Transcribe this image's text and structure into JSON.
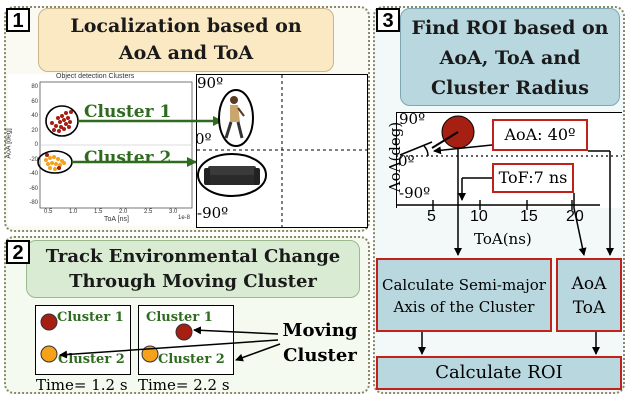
{
  "panel1": {
    "number": "1",
    "title": "Localization based on AoA and ToA",
    "plot": {
      "title": "Object detection Clusters",
      "ylabel": "AoA [deg]",
      "xlabel": "ToA [ns]",
      "y_ticks": [
        "80",
        "60",
        "40",
        "20",
        "0",
        "-20",
        "-40",
        "-60",
        "-80"
      ],
      "x_ticks": [
        "0.5",
        "1.0",
        "1.5",
        "2.0",
        "2.5",
        "3.0"
      ],
      "exponent": "1e-8"
    },
    "cluster1_label": "Cluster 1",
    "cluster2_label": "Cluster 2",
    "angle_top": "90º",
    "angle_mid": "0º",
    "angle_bottom": "-90º"
  },
  "panel2": {
    "number": "2",
    "title": "Track Environmental Change Through Moving Cluster",
    "frame1": {
      "cluster1": "Cluster 1",
      "cluster2": "Cluster 2",
      "time": "Time= 1.2 s"
    },
    "frame2": {
      "cluster1": "Cluster 1",
      "cluster2": "Cluster 2",
      "time": "Time= 2.2 s"
    },
    "moving_label": "Moving Cluster"
  },
  "panel3": {
    "number": "3",
    "title": "Find ROI based on AoA, ToA and Cluster Radius",
    "ylabel": "AoA(deg)",
    "angle_top": "90º",
    "angle_mid": "0º",
    "angle_bottom": "-90º",
    "aoa_box": "AoA: 40º",
    "tof_box": "ToF:7 ns",
    "x_ticks": [
      "5",
      "10",
      "15",
      "20"
    ],
    "xlabel": "ToA(ns)",
    "semi_major_box": "Calculate Semi-major Axis of the Cluster",
    "aoa_out": "AoA",
    "toa_out": "ToA",
    "roi_box": "Calculate ROI"
  },
  "colors": {
    "panel1_title_bg": "#fbe9c3",
    "panel2_title_bg": "#d9ebd2",
    "panel3_title_bg": "#b9d7df",
    "cluster1_red": "#a51f12",
    "cluster2_orange": "#f5a21b",
    "arrow_green": "#2e6b1f",
    "accent_red": "#c0221a"
  }
}
